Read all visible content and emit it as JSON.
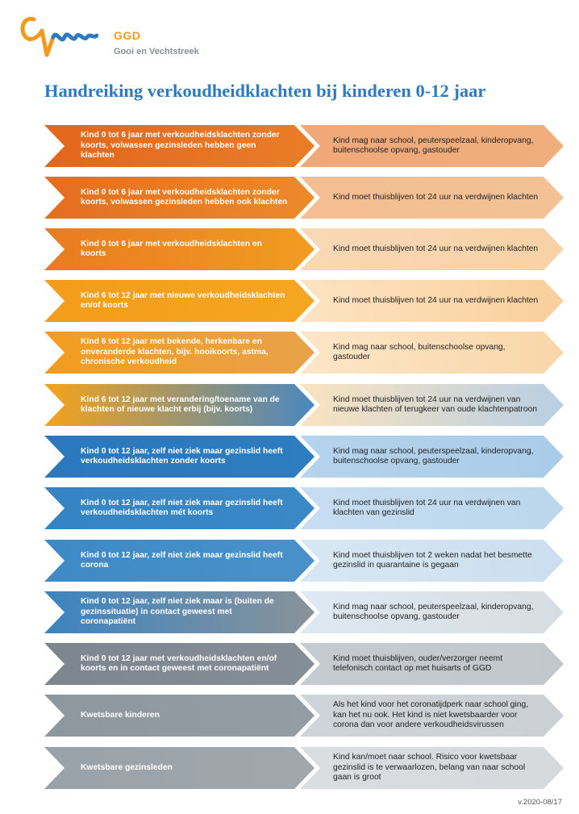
{
  "header": {
    "org_name": "GGD",
    "org_sub": "Gooi en Vechtstreek",
    "title": "Handreiking verkoudheidklachten bij kinderen 0-12 jaar"
  },
  "colors": {
    "title_blue": "#2c7bbf",
    "logo_orange": "#f39a1e",
    "logo_blue": "#2c7bbf"
  },
  "rows": [
    {
      "condition": "Kind 0 tot 6 jaar met verkoudheidsklachten zonder koorts, volwassen gezinsleden hebben geen klachten",
      "advice": "Kind mag naar school, peuterspeelzaal, kinderopvang, buitenschoolse opvang, gastouder",
      "left_from": "#e3661c",
      "left_to": "#ea7d28",
      "right_from": "#f1a879",
      "right_to": "#efae7c"
    },
    {
      "condition": "Kind 0 tot 6 jaar met verkoudheidsklachten zonder koorts, volwassen gezinsleden hebben ook klachten",
      "advice": "Kind moet thuisblijven tot 24 uur na verdwijnen klachten",
      "left_from": "#e56e1f",
      "left_to": "#ec8a2b",
      "right_from": "#f4bd92",
      "right_to": "#f2c295"
    },
    {
      "condition": "Kind 0 tot 6 jaar met verkoudheidsklachten en koorts",
      "advice": "Kind moet thuisblijven tot 24 uur na verdwijnen klachten",
      "left_from": "#e87b21",
      "left_to": "#f29c22",
      "right_from": "#f9d8b6",
      "right_to": "#f8d2a6"
    },
    {
      "condition": "Kind 6 tot 12 jaar met nieuwe verkoudheidsklachten en/of koorts",
      "advice": "Kind moet thuisblijven tot 24 uur na verdwijnen klachten",
      "left_from": "#f49c1c",
      "left_to": "#f5a623",
      "right_from": "#fde3c3",
      "right_to": "#f9cf9a"
    },
    {
      "condition": "Kind 6 tot 12 jaar met bekende, herkenbare en onveranderde klachten, bijv. hooikoorts, astma, chronische verkoudheid",
      "advice": "Kind mag naar school, buitenschoolse opvang, gastouder",
      "left_from": "#f39c1f",
      "left_to": "#e9a24a",
      "right_from": "#fde6c8",
      "right_to": "#f8d6a8"
    },
    {
      "condition": "Kind 6 tot 12 jaar met verandering/toename van de klachten of nieuwe klacht erbij (bijv. koorts)",
      "advice": "Kind moet thuisblijven tot 24 uur na verdwijnen van nieuwe klachten of terugkeer van oude klachtenpatroon",
      "left_from": "#f5a31b",
      "left_to": "#4a87c0",
      "right_from": "#fbe3c0",
      "right_to": "#b8cfe4"
    },
    {
      "condition": "Kind 0 tot 12 jaar, zelf niet ziek maar gezinslid heeft verkoudheidsklachten zonder koorts",
      "advice": "Kind mag naar school, peuterspeelzaal, kinderopvang, buitenschoolse opvang, gastouder",
      "left_from": "#2a78bd",
      "left_to": "#2e7dc0",
      "right_from": "#b5d3ec",
      "right_to": "#a9cce8"
    },
    {
      "condition": "Kind 0 tot 12 jaar, zelf niet ziek maar gezinslid heeft verkoudheidsklachten mét koorts",
      "advice": "Kind moet thuisblijven tot 24 uur na verdwijnen van klachten van gezinslid",
      "left_from": "#3584c4",
      "left_to": "#3a88c6",
      "right_from": "#c7ddf0",
      "right_to": "#bbd6ec"
    },
    {
      "condition": "Kind 0 tot 12 jaar, zelf niet ziek maar gezinslid heeft corona",
      "advice": "Kind moet thuisblijven tot 2 weken nadat het besmette gezinslid in quarantaine is gegaan",
      "left_from": "#3d8ac7",
      "left_to": "#4a91c9",
      "right_from": "#d8e7f3",
      "right_to": "#cbdeef"
    },
    {
      "condition": "Kind 0 tot 12 jaar, zelf niet ziek maar is (buiten de gezinssituatie) in contact geweest met coronapatiënt",
      "advice": "Kind mag naar school, peuterspeelzaal, kinderopvang, buitenschoolse opvang, gastouder",
      "left_from": "#3b84c0",
      "left_to": "#8a939b",
      "right_from": "#dfe9f2",
      "right_to": "#d7dde2"
    },
    {
      "condition": "Kind 0 tot 12 jaar met verkoudheidsklachten en/of koorts en in contact geweest met coronapatiënt",
      "advice": "Kind moet thuisblijven, ouder/verzorger neemt telefonisch contact op met huisarts of GGD",
      "left_from": "#7d868e",
      "left_to": "#858e96",
      "right_from": "#c5cbd0",
      "right_to": "#c1c7cc"
    },
    {
      "condition": "Kwetsbare kinderen",
      "advice": "Als het kind voor het coronatijdperk naar school ging, kan het nu ook. Het kind is niet kwetsbaarder voor corona dan voor andere verkoudheidsvirussen",
      "left_from": "#8e979e",
      "left_to": "#959da4",
      "right_from": "#cfd4d8",
      "right_to": "#cbd0d4"
    },
    {
      "condition": "Kwetsbare gezinsleden",
      "advice": "Kind kan/moet naar school. Risico voor kwetsbaar gezinslid is te verwaarlozen, belang van naar school gaan is groot",
      "left_from": "#9aa2a9",
      "left_to": "#a0a8ae",
      "right_from": "#dadee1",
      "right_to": "#d5d9dc"
    }
  ],
  "footer": {
    "version": "v.2020-08/17"
  }
}
